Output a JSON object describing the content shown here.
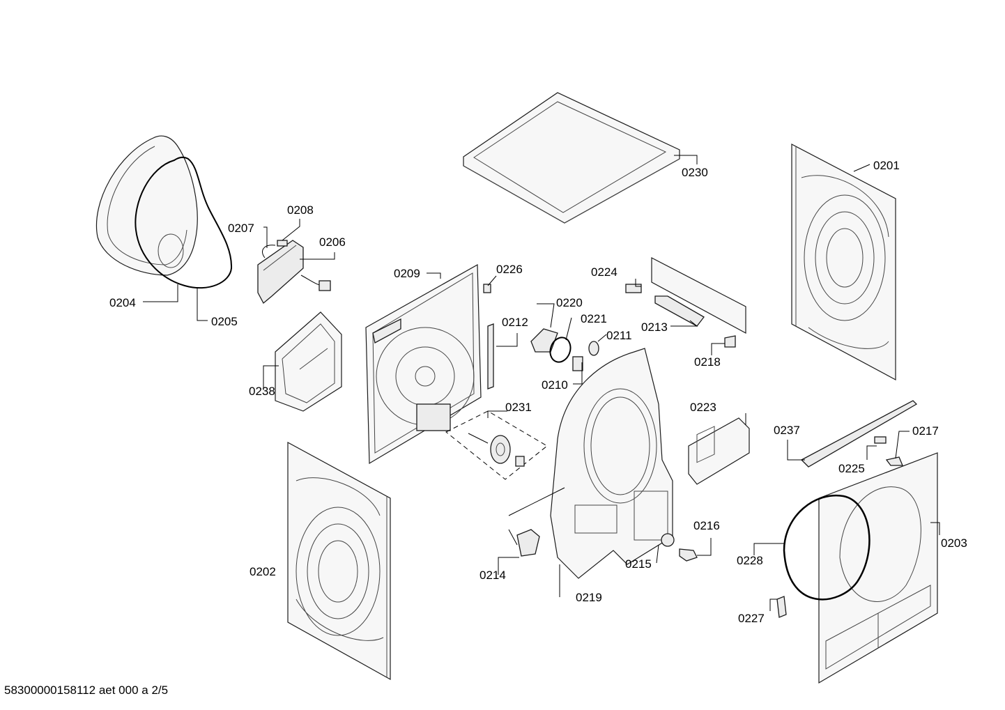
{
  "labels": {
    "p0201": "0201",
    "p0202": "0202",
    "p0203": "0203",
    "p0204": "0204",
    "p0205": "0205",
    "p0206": "0206",
    "p0207": "0207",
    "p0208": "0208",
    "p0209": "0209",
    "p0210": "0210",
    "p0211": "0211",
    "p0212": "0212",
    "p0213": "0213",
    "p0214": "0214",
    "p0215": "0215",
    "p0216": "0216",
    "p0217": "0217",
    "p0218": "0218",
    "p0219": "0219",
    "p0220": "0220",
    "p0221": "0221",
    "p0223": "0223",
    "p0224": "0224",
    "p0225": "0225",
    "p0226": "0226",
    "p0227": "0227",
    "p0228": "0228",
    "p0230": "0230",
    "p0231": "0231",
    "p0237": "0237",
    "p0238": "0238"
  },
  "footer": {
    "code": "58300000158112 aet 000 a 2/5"
  }
}
